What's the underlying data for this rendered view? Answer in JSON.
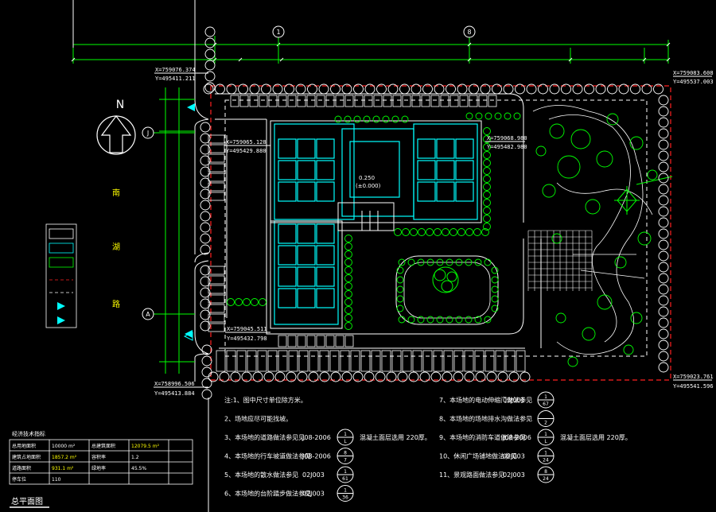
{
  "colors": {
    "background": "#000000",
    "white": "#ffffff",
    "green": "#00ff00",
    "cyan": "#00ffff",
    "red": "#ff2020",
    "yellow": "#ffff00"
  },
  "north_label": "N",
  "road_label_chars": [
    "南",
    "湖",
    "路"
  ],
  "axis_bubbles": [
    {
      "label": "1",
      "kind": "top"
    },
    {
      "label": "8",
      "kind": "top"
    },
    {
      "label": "J",
      "kind": "left"
    },
    {
      "label": "A",
      "kind": "left"
    }
  ],
  "coordinates": [
    {
      "x": "X=759076.374",
      "y": "Y=495411.211"
    },
    {
      "x": "X=759083.608",
      "y": "Y=495537.003"
    },
    {
      "x": "X=759065.128",
      "y": "Y=495429.880"
    },
    {
      "x": "X=759068.980",
      "y": "Y=495482.980"
    },
    {
      "x": "X=759045.511",
      "y": "Y=495432.798"
    },
    {
      "x": "X=758996.506",
      "y": "Y=495413.884"
    },
    {
      "x": "X=759023.761",
      "y": "Y=495541.596"
    }
  ],
  "building_labels": {
    "elevation": "0.250",
    "elevation_sub": "(±0.000)"
  },
  "notes_left": [
    "注:1、图中尺寸单位除方米。",
    "2、场地应尽可能找坡。",
    "3、本场地的道路做法参见见",
    "4、本场地的行车坡道做法参见",
    "5、本场地的散水做法参见",
    "6、本场地的台阶踏步做法参见"
  ],
  "notes_left_refs": [
    {
      "code": "",
      "top": "",
      "bottom": "",
      "tail": ""
    },
    {
      "code": "",
      "top": "",
      "bottom": "",
      "tail": ""
    },
    {
      "code": "J08-2006",
      "top": "1",
      "bottom": "L",
      "tail": "混凝土面层选用    220厚。"
    },
    {
      "code": "J08-2006",
      "top": "8",
      "bottom": "7",
      "tail": ""
    },
    {
      "code": "02J003",
      "top": "1",
      "bottom": "61",
      "tail": ""
    },
    {
      "code": "02J003",
      "top": "1",
      "bottom": "36",
      "tail": ""
    }
  ],
  "notes_right": [
    "7、本场地的电动伸缩门做法参见",
    "8、本场地的场地排水沟做法参见",
    "9、本场地的消防车道做法参见",
    "10、休闲广场铺地做法参见",
    "11、景观路面做法参见"
  ],
  "notes_right_refs": [
    {
      "code": "03J001",
      "top": "1",
      "bottom": "67",
      "tail": ""
    },
    {
      "code": "",
      "top": "",
      "bottom": "2",
      "tail": ""
    },
    {
      "code": "J08-2006",
      "top": "1",
      "bottom": "L",
      "tail": "混凝土面层选用    220厚。"
    },
    {
      "code": "02J003",
      "top": "1",
      "bottom": "24",
      "tail": ""
    },
    {
      "code": "02J003",
      "top": "8",
      "bottom": "24",
      "tail": ""
    }
  ],
  "tech_table": {
    "title": "经济技术指标",
    "rows": [
      [
        "总用地面积",
        "10000 m²",
        "总建筑面积",
        "12079.5 m²"
      ],
      [
        "建筑占地面积",
        "1857.2 m²",
        "容积率",
        "1.2"
      ],
      [
        "道路面积",
        "931.1 m²",
        "绿地率",
        "45.5%"
      ],
      [
        "停车位",
        "110",
        "",
        ""
      ]
    ]
  },
  "drawing_title": "总平面图"
}
